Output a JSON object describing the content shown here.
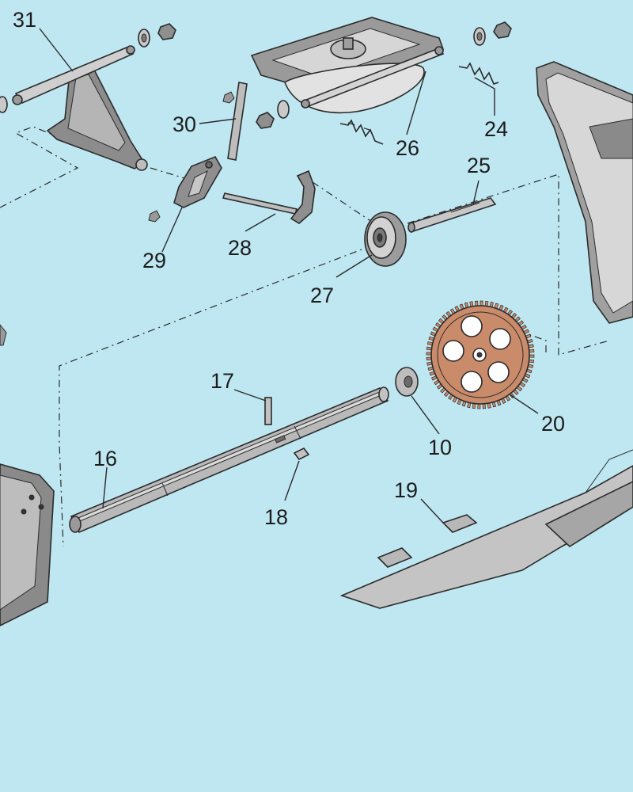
{
  "diagram": {
    "colors": {
      "background": "#bfe7f1",
      "part_fill_light": "#d9d9d9",
      "part_fill_mid": "#a9a9a9",
      "part_fill_dark": "#6f6f6f",
      "highlight_gear": "#c98b6a",
      "line": "#2a2a2a"
    },
    "callouts": [
      {
        "id": "31",
        "label": "31"
      },
      {
        "id": "30",
        "label": "30"
      },
      {
        "id": "26",
        "label": "26"
      },
      {
        "id": "24",
        "label": "24"
      },
      {
        "id": "25",
        "label": "25"
      },
      {
        "id": "29",
        "label": "29"
      },
      {
        "id": "28",
        "label": "28"
      },
      {
        "id": "27",
        "label": "27"
      },
      {
        "id": "17",
        "label": "17"
      },
      {
        "id": "16",
        "label": "16"
      },
      {
        "id": "10",
        "label": "10"
      },
      {
        "id": "20",
        "label": "20"
      },
      {
        "id": "18",
        "label": "18"
      },
      {
        "id": "19",
        "label": "19"
      }
    ],
    "highlighted_part": "20"
  }
}
